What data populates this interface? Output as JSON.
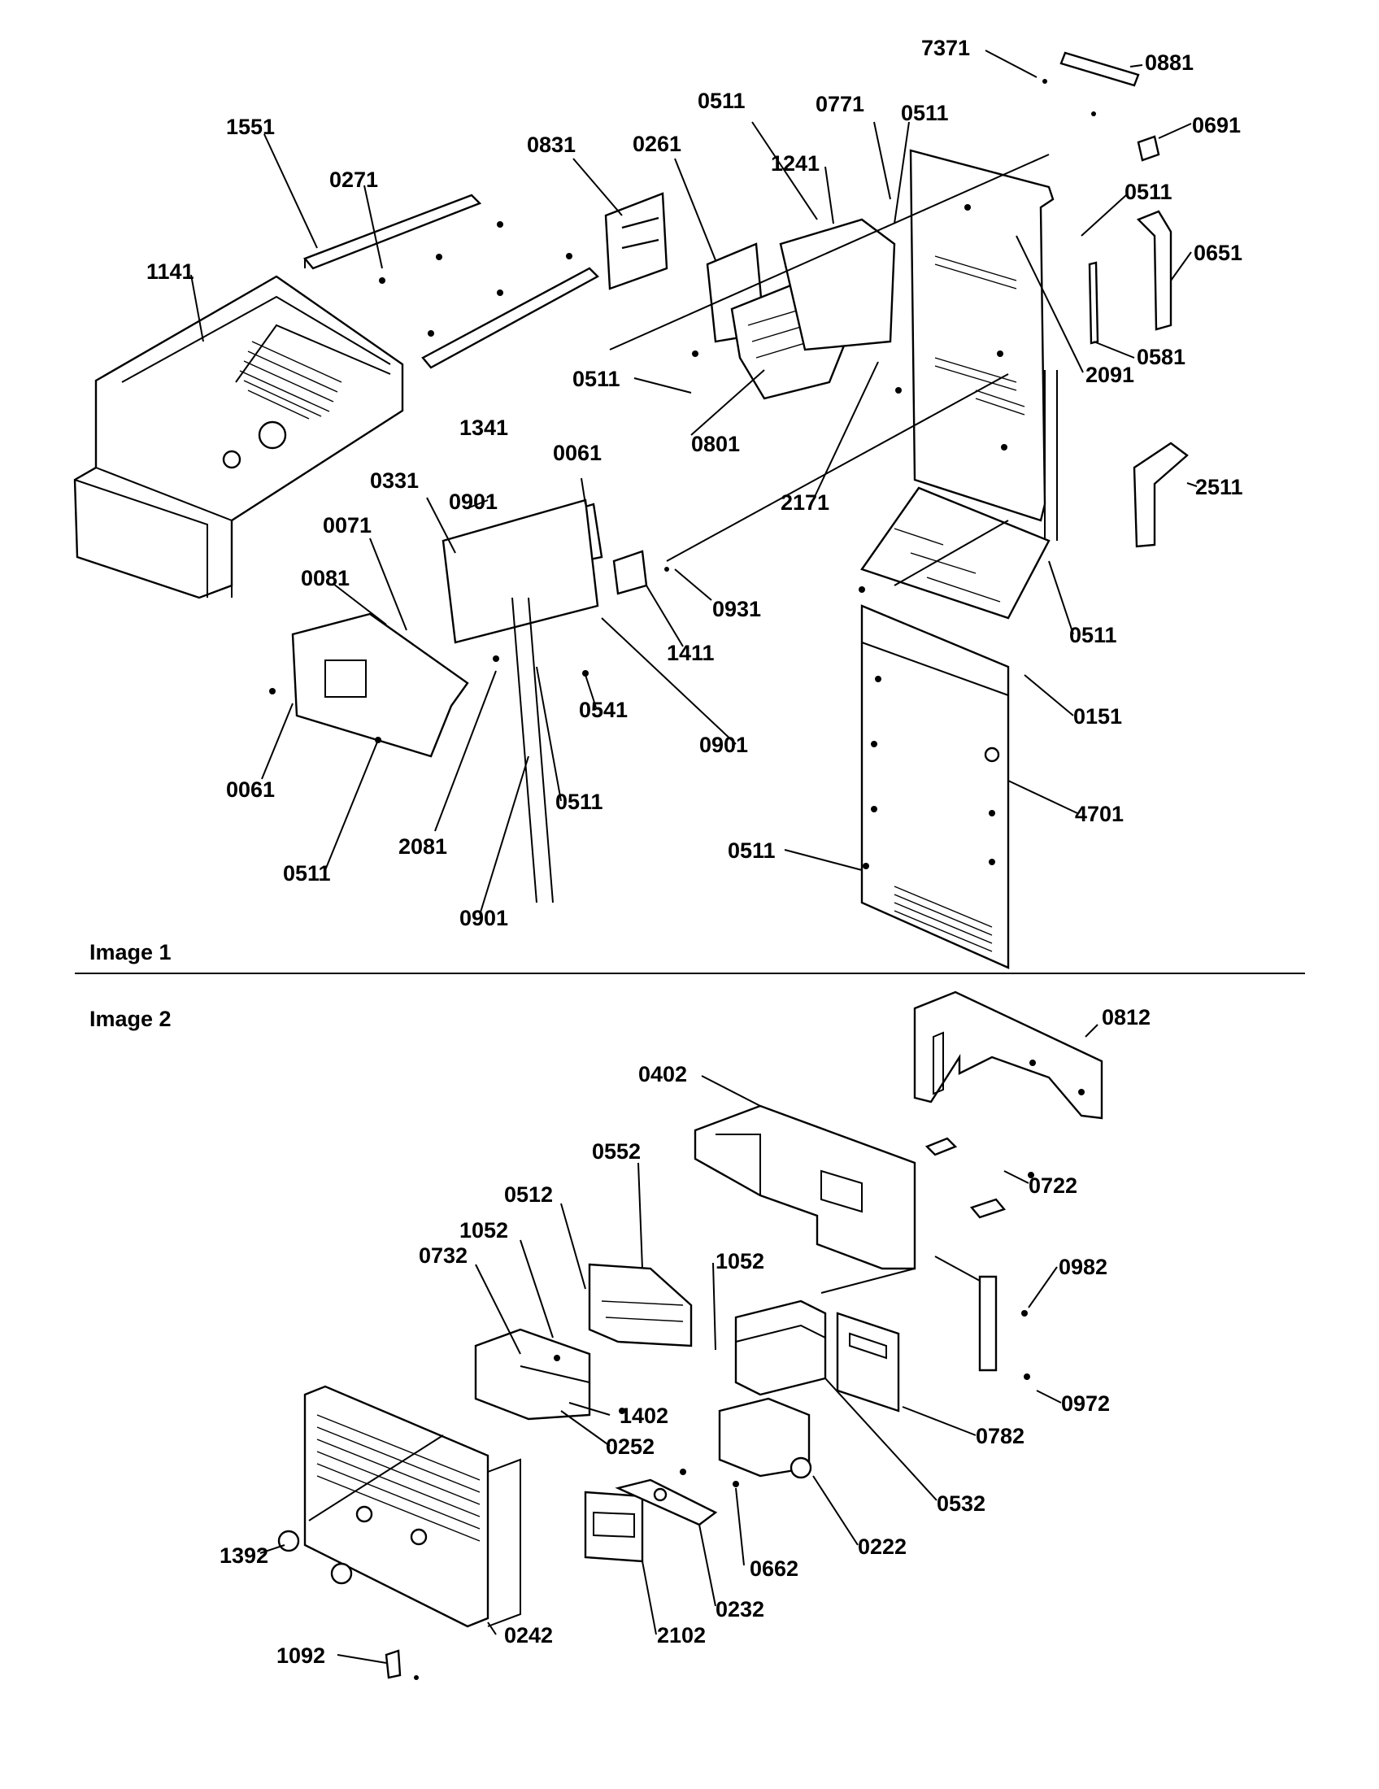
{
  "sections": [
    {
      "label": "Image 1",
      "parts": [
        "7371",
        "0881",
        "0511",
        "0771",
        "0511",
        "0691",
        "1551",
        "0271",
        "0831",
        "0261",
        "1241",
        "0511",
        "0651",
        "1141",
        "2091",
        "0581",
        "0511",
        "1341",
        "0801",
        "2511",
        "2171",
        "0061",
        "0331",
        "0901",
        "0071",
        "0081",
        "0931",
        "1411",
        "0511",
        "0541",
        "0901",
        "0151",
        "0061",
        "0511",
        "2081",
        "4701",
        "0511",
        "0511",
        "0901"
      ]
    },
    {
      "label": "Image 2",
      "parts": [
        "0812",
        "0402",
        "0552",
        "0722",
        "0512",
        "1052",
        "1052",
        "0732",
        "0982",
        "1402",
        "0252",
        "0972",
        "0782",
        "0532",
        "0222",
        "1392",
        "0662",
        "0232",
        "2102",
        "0242",
        "1092"
      ]
    }
  ]
}
